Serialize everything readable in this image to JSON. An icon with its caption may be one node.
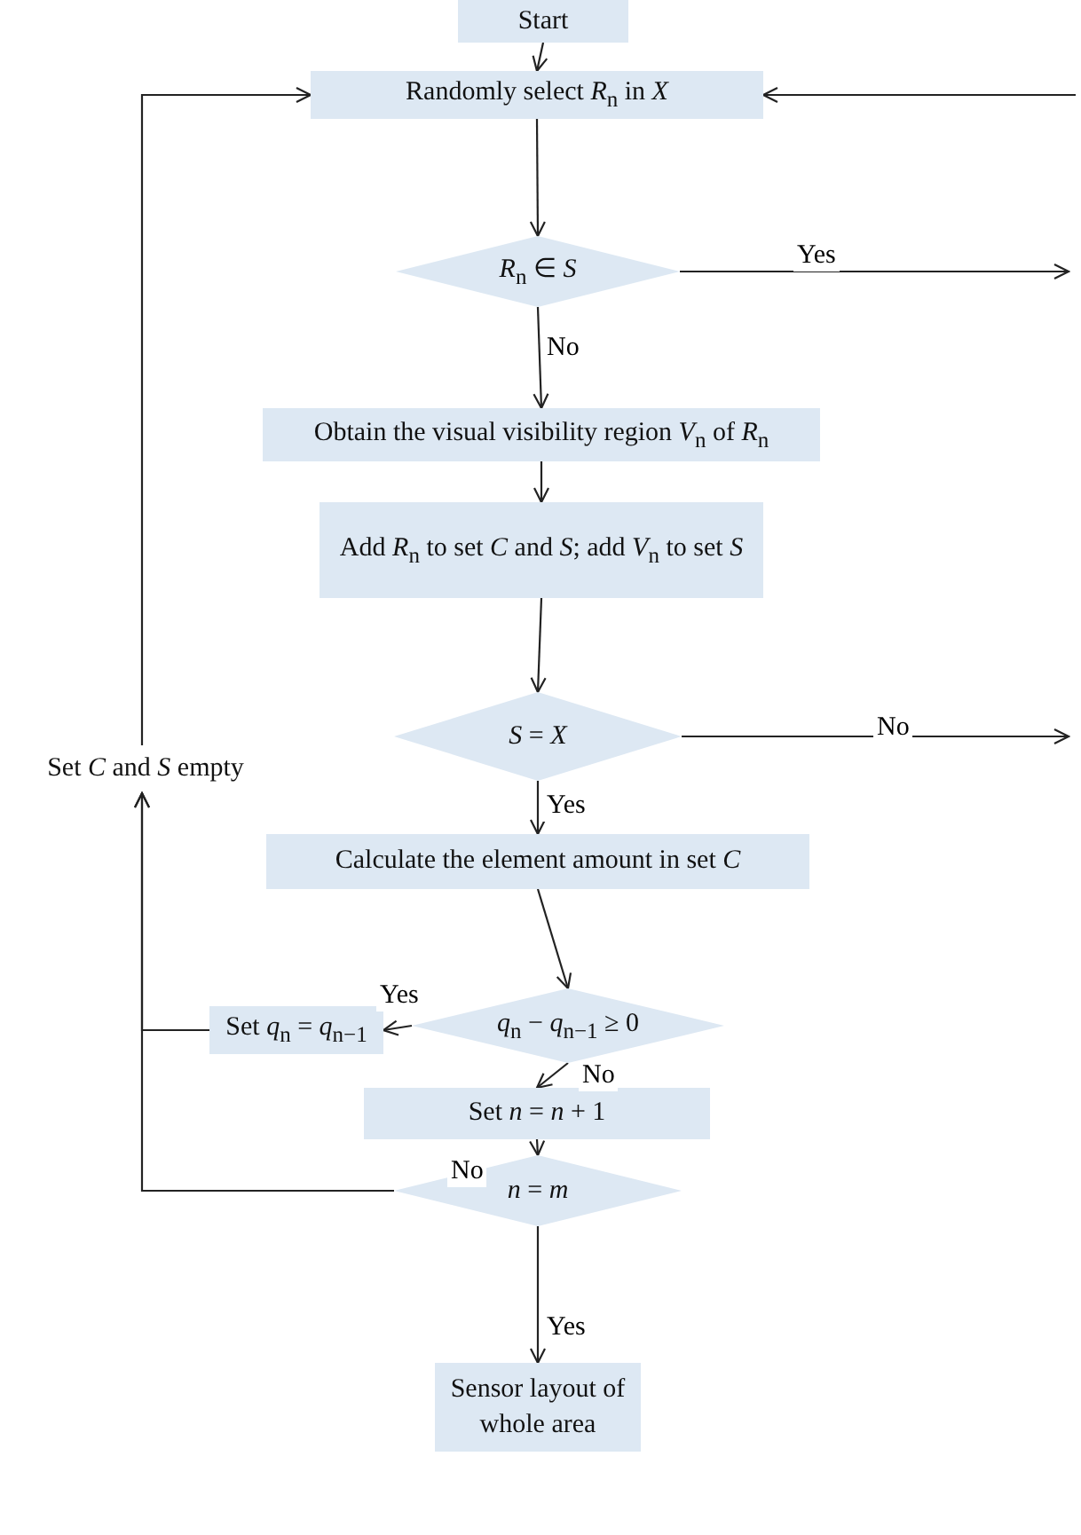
{
  "diagram": {
    "nodes": [
      {
        "text": [
          "Start"
        ]
      },
      {
        "text": [
          "Randomly select *R*$_{n}$ in *X*"
        ]
      },
      {
        "text": [
          "*R*$_{n}$ ∈ *S*"
        ]
      },
      {
        "text": [
          "Obtain the visual visibility region *V*$_{n}$ of *R*$_{n}$"
        ]
      },
      {
        "text": [
          "Add *R*$_{n}$ to set *C* and *S*; add *V*$_{n}$ to set *S*"
        ]
      },
      {
        "text": [
          "*S* = *X*"
        ]
      },
      {
        "text": [
          "Calculate the element amount in set *C*"
        ]
      },
      {
        "text": [
          "*q*$_{n}$ − *q*$_{n−1}$ ≥ 0"
        ]
      },
      {
        "text": [
          "Set *q*$_{n}$ = *q*$_{n−1}$"
        ]
      },
      {
        "text": [
          "Set *n* = *n* + 1"
        ]
      },
      {
        "text": [
          "*n* = *m*"
        ]
      },
      {
        "text": [
          "Sensor layout of whole area"
        ]
      },
      {
        "text": [
          "Set *C* and *S* empty"
        ]
      }
    ],
    "edges": [
      {
        "from": 0,
        "to": 1,
        "arrow": "to"
      },
      {
        "from": 1,
        "to": 2,
        "arrow": "to"
      },
      {
        "from": 2,
        "to": null,
        "arrow": "to",
        "label": "Yes"
      },
      {
        "from": 2,
        "to": 3,
        "arrow": "to",
        "label": "No"
      },
      {
        "from": 3,
        "to": 4,
        "arrow": "to"
      },
      {
        "from": 4,
        "to": 5,
        "arrow": "to"
      },
      {
        "from": 5,
        "to": null,
        "arrow": "to",
        "label": "No"
      },
      {
        "from": 5,
        "to": 6,
        "arrow": "to",
        "label": "Yes"
      },
      {
        "from": 6,
        "to": 7,
        "arrow": "to"
      },
      {
        "from": 7,
        "to": 8,
        "arrow": "to",
        "label": "Yes"
      },
      {
        "from": 7,
        "to": 9,
        "arrow": "to",
        "label": "No"
      },
      {
        "from": 9,
        "to": 10,
        "arrow": "to"
      },
      {
        "from": 10,
        "to": 11,
        "arrow": "to",
        "label": "Yes"
      },
      {
        "from": 8,
        "to": 12,
        "arrow": "to"
      },
      {
        "from": 10,
        "to": 12,
        "arrow": "to",
        "label": "No"
      },
      {
        "from": 12,
        "to": 1,
        "arrow": "to"
      },
      {
        "from": null,
        "to": 1,
        "arrow": "to"
      }
    ]
  }
}
